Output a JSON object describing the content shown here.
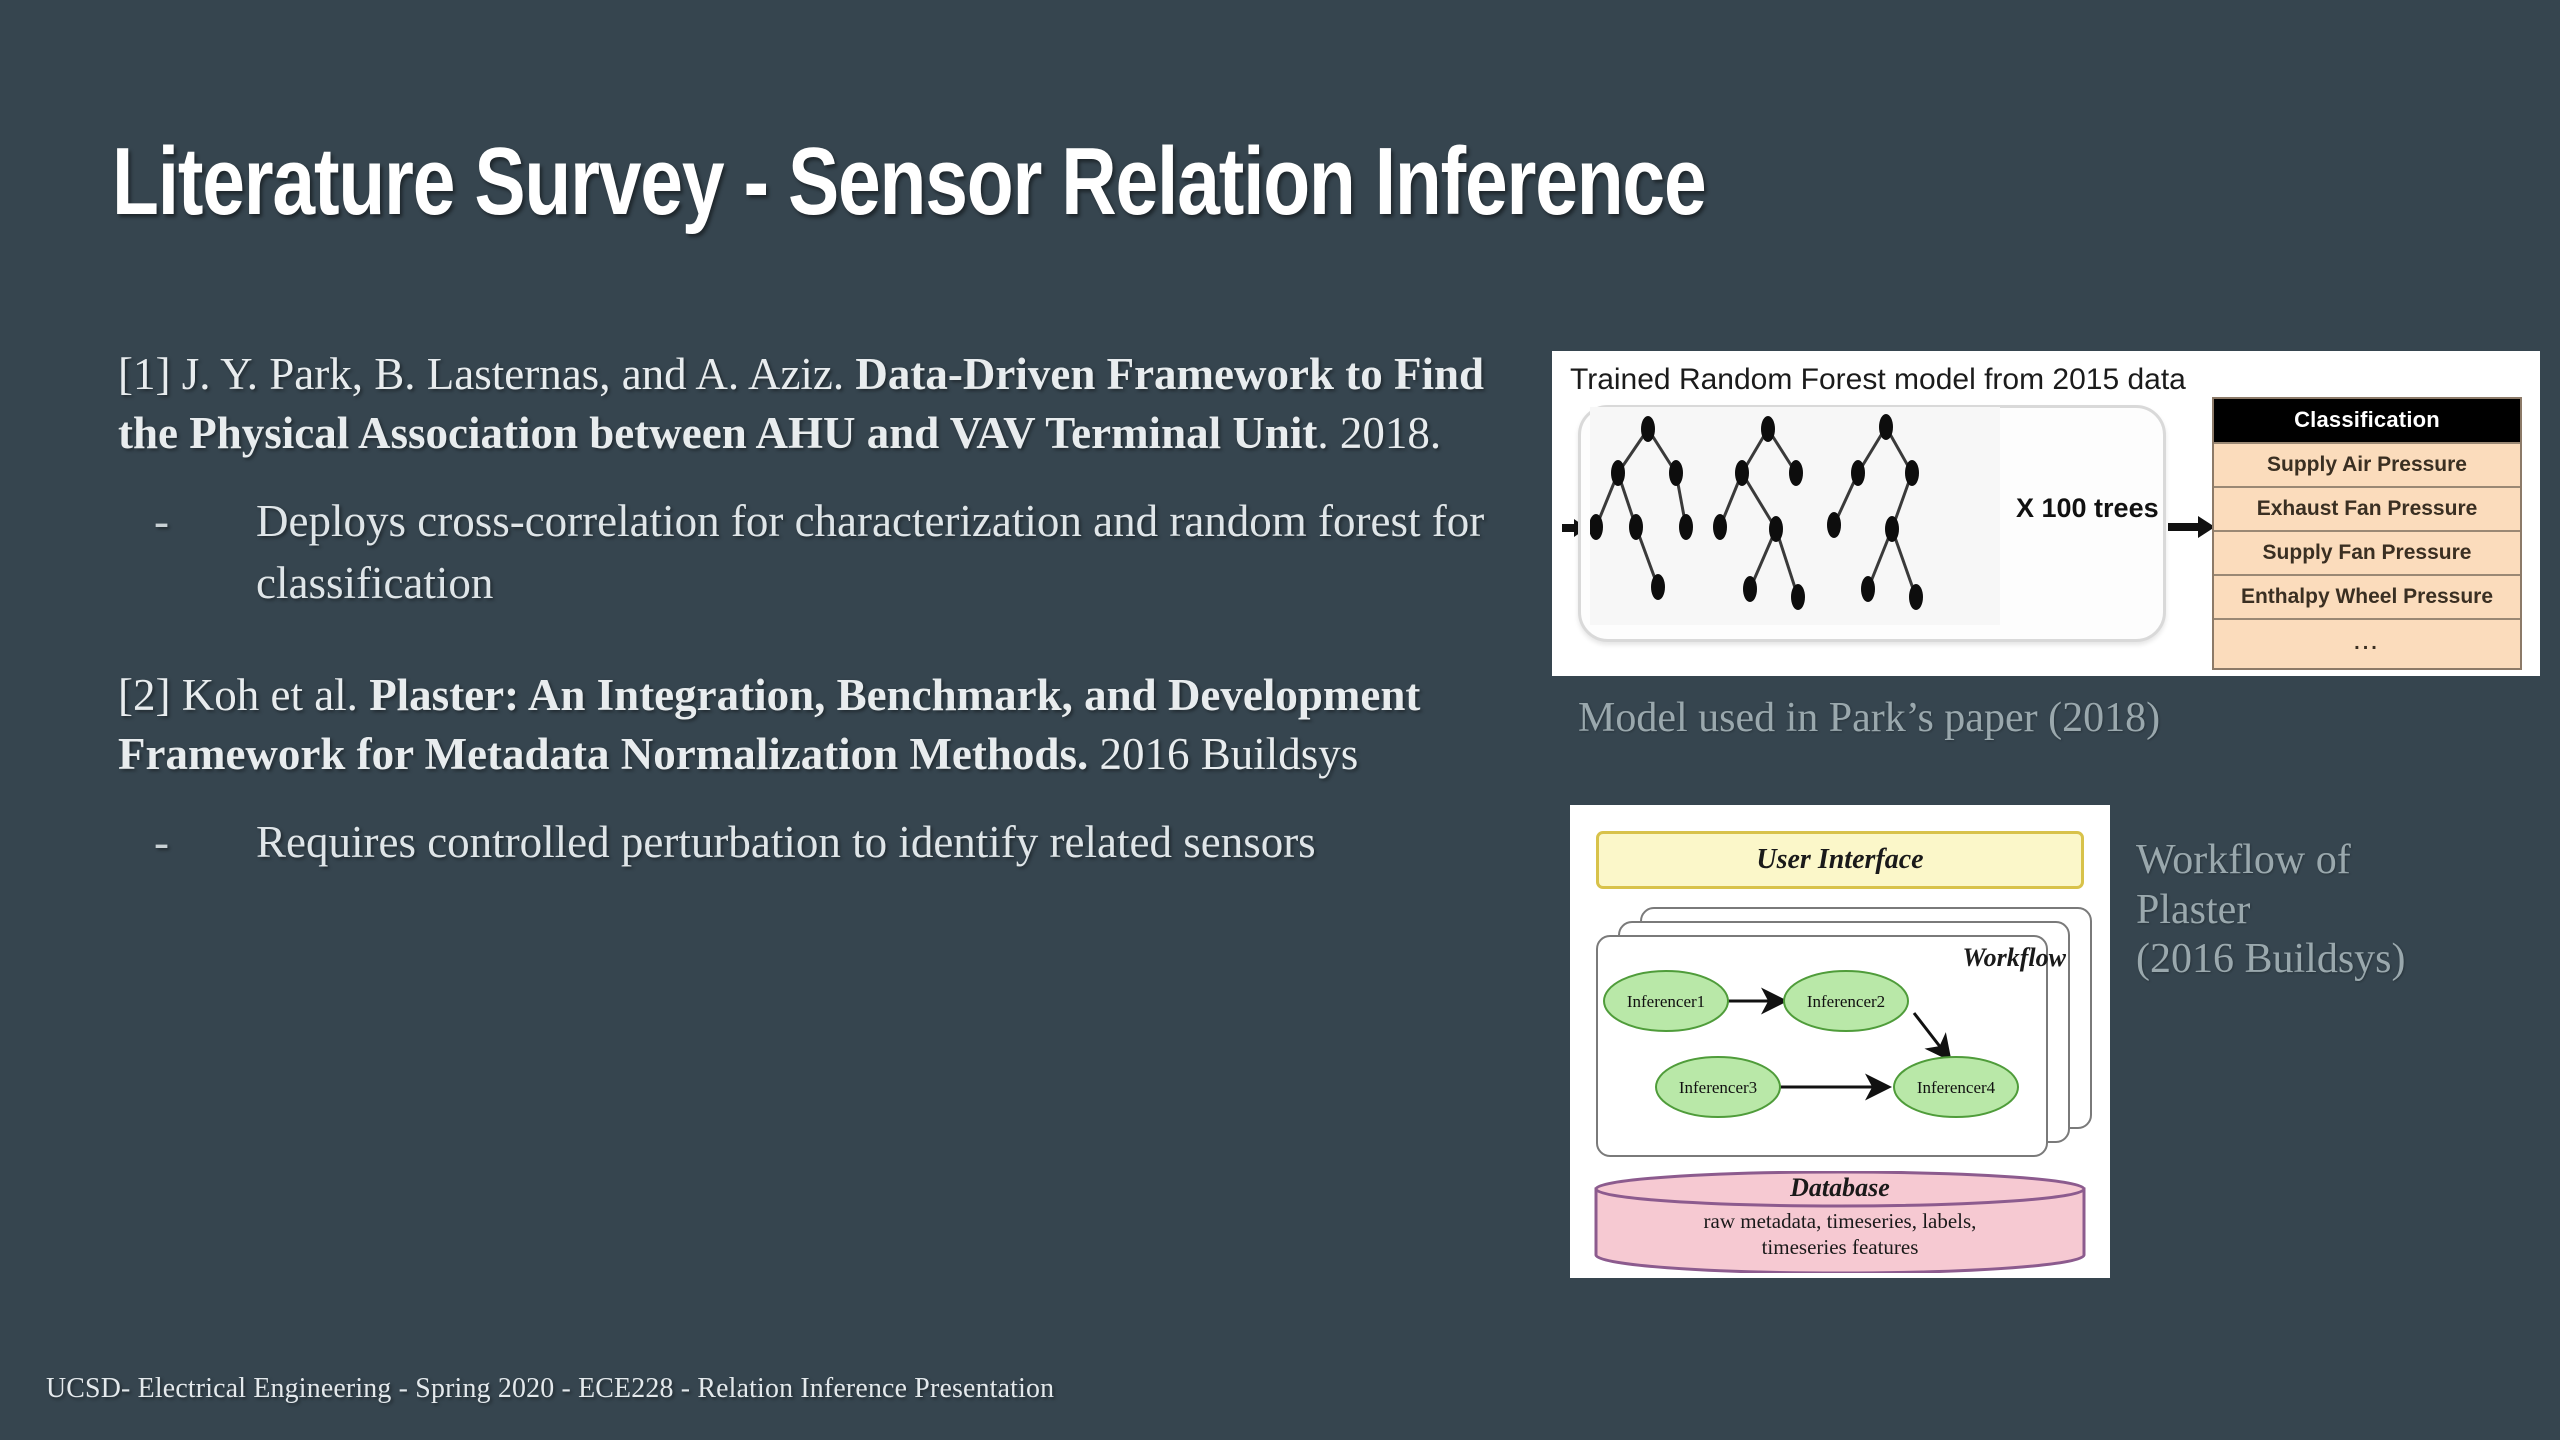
{
  "theme": {
    "background": "#36454F",
    "title_color": "#FFFFFF",
    "body_color": "#E8ECEE",
    "caption_color": "#9AA8AD",
    "table_header_bg": "#000000",
    "table_row_bg": "#FBDCBC",
    "ui_box_bg": "#FBF7C9",
    "inferencer_bg": "#B9E8A8",
    "database_bg": "#F6C9D2"
  },
  "slide": {
    "title": "Literature Survey - Sensor Relation Inference",
    "footer": "UCSD- Electrical Engineering - Spring 2020 - ECE228 - Relation Inference Presentation"
  },
  "references": [
    {
      "marker": "[1] ",
      "authors": "J. Y. Park, B. Lasternas, and A. Aziz. ",
      "paper_title": "Data-Driven Framework to Find the Physical Association between AHU and VAV Terminal Unit",
      "venue": ". 2018.",
      "bullets": [
        {
          "dash": "-",
          "text": "Deploys cross-correlation for characterization and random forest for classification"
        }
      ]
    },
    {
      "marker": "[2] ",
      "authors": "Koh et al. ",
      "paper_title": "Plaster: An Integration, Benchmark, and Development Framework for Metadata Normalization Methods.",
      "venue": " 2016 Buildsys",
      "bullets": [
        {
          "dash": "-",
          "text": "Requires controlled perturbation to identify related sensors"
        }
      ]
    }
  ],
  "figures": {
    "random_forest": {
      "inner_title": "Trained Random Forest model from 2015 data",
      "trees_label": "X 100 trees",
      "table": {
        "header": "Classification",
        "rows": [
          "Supply Air Pressure",
          "Exhaust Fan Pressure",
          "Supply Fan Pressure",
          "Enthalpy Wheel Pressure",
          "..."
        ]
      },
      "caption": "Model used in Park’s paper (2018)"
    },
    "plaster": {
      "user_interface_label": "User Interface",
      "workflow_label": "Workflow",
      "inferencers": [
        "Inferencer1",
        "Inferencer2",
        "Inferencer3",
        "Inferencer4"
      ],
      "database_label": "Database",
      "database_contents_line1": "raw metadata, timeseries, labels,",
      "database_contents_line2": "timeseries features",
      "caption_line1": "Workflow of",
      "caption_line2": "Plaster",
      "caption_line3": "(2016 Buildsys)"
    }
  }
}
